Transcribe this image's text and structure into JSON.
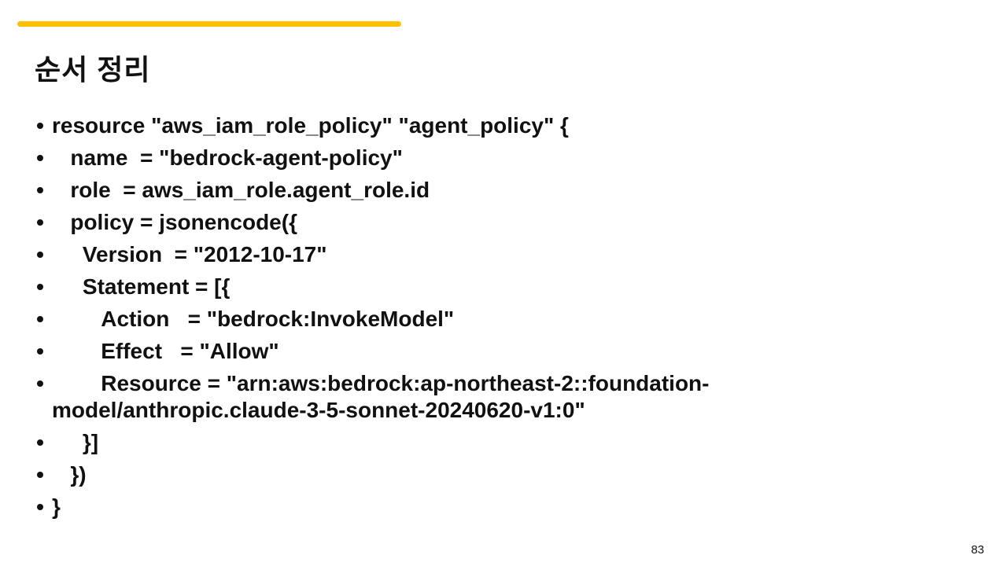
{
  "slide": {
    "title": "순서 정리",
    "accent_color": "#FFC000",
    "page_number": "83",
    "bullets": [
      {
        "text": "resource \"aws_iam_role_policy\" \"agent_policy\" {"
      },
      {
        "text": "   name  = \"bedrock-agent-policy\""
      },
      {
        "text": "   role  = aws_iam_role.agent_role.id"
      },
      {
        "text": "   policy = jsonencode({"
      },
      {
        "text": "     Version  = \"2012-10-17\""
      },
      {
        "text": "     Statement = [{"
      },
      {
        "text": "        Action   = \"bedrock:InvokeModel\""
      },
      {
        "text": "        Effect   = \"Allow\""
      },
      {
        "text": "        Resource = \"arn:aws:bedrock:ap-northeast-2::foundation-model/anthropic.claude-3-5-sonnet-20240620-v1:0\""
      },
      {
        "text": "     }]"
      },
      {
        "text": "   })"
      },
      {
        "text": "}"
      }
    ]
  }
}
